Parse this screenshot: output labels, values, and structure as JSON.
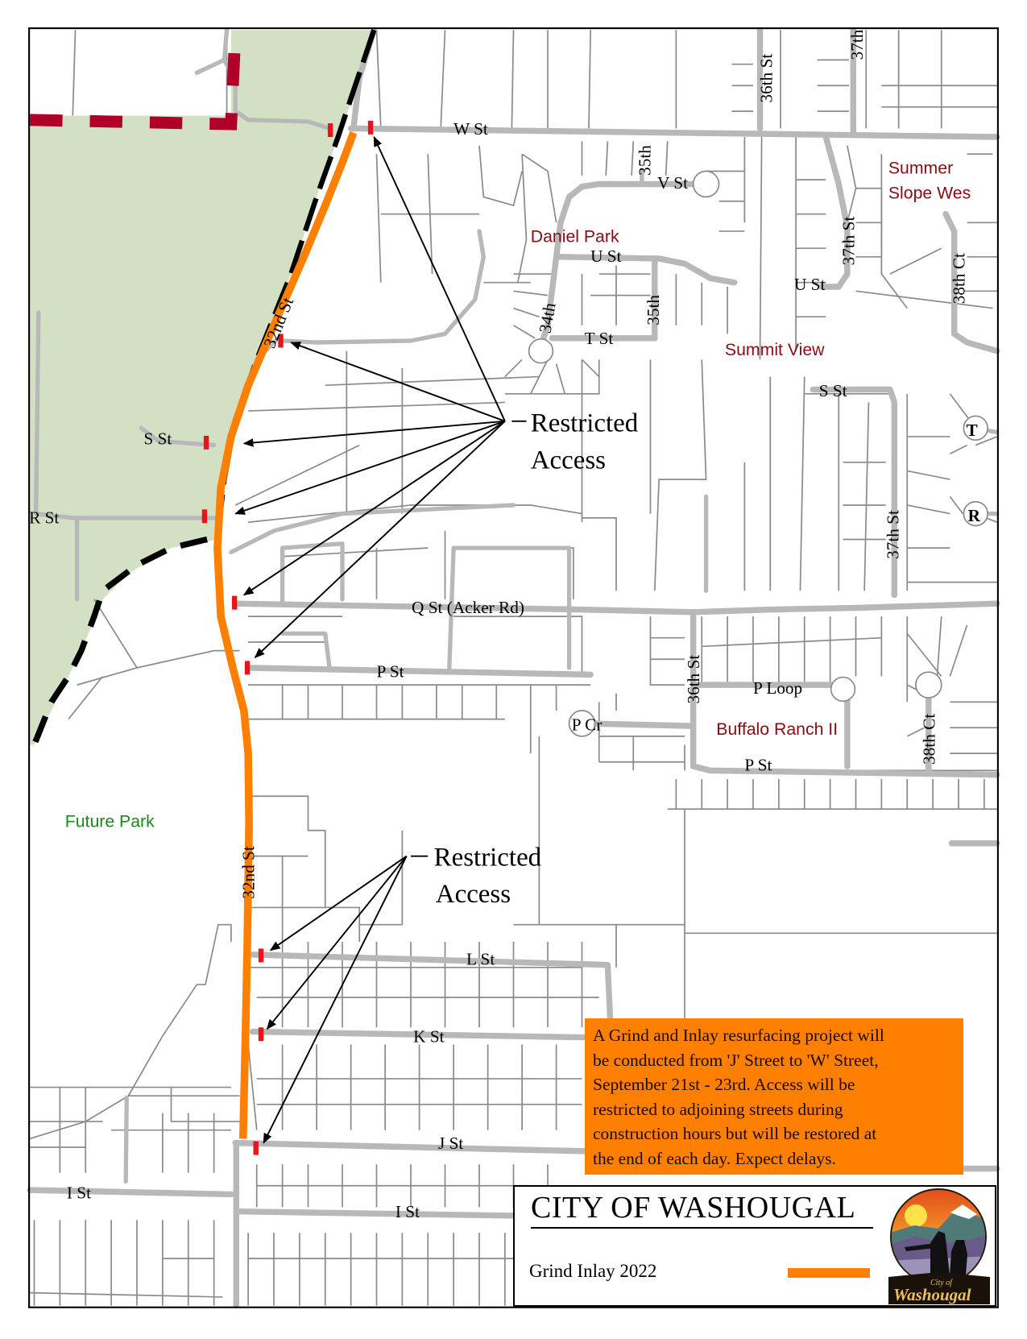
{
  "map": {
    "title": "CITY OF WASHOUGAL",
    "project_notice": "A Grind and Inlay resurfacing project will be conducted from 'J' Street to 'W' Street, September 21st - 23rd. Access will be restricted to adjoining streets during construction hours but will be restored at the end of each day. Expect delays.",
    "notice_lines": [
      "A Grind and Inlay resurfacing project will",
      "be conducted from 'J' Street to 'W' Street,",
      "September 21st - 23rd. Access will be",
      "restricted to adjoining streets during",
      "construction hours but will be restored at",
      "the end of each day. Expect delays."
    ],
    "callouts": [
      {
        "line1": "Restricted",
        "line2": "Access"
      },
      {
        "line1": "Restricted",
        "line2": "Access"
      }
    ],
    "legend": {
      "title": "CITY OF WASHOUGAL",
      "items": [
        {
          "label": "Grind Inlay 2022",
          "color": "#ff8000"
        }
      ]
    },
    "logo": {
      "line1": "City of",
      "line2": "Washougal"
    },
    "areas": {
      "daniel_park": "Daniel Park",
      "summer_slope_1": "Summer",
      "summer_slope_2": "Slope Wes",
      "summit_view": "Summit View",
      "buffalo_ranch": "Buffalo Ranch II",
      "future_park": "Future Park"
    },
    "streets": {
      "w_st": "W St",
      "v_st": "V St",
      "u_st_1": "U St",
      "u_st_2": "U St",
      "t_st": "T St",
      "s_st_1": "S St",
      "s_st_2": "S St",
      "r_st": "R St",
      "q_st": "Q St (Acker Rd)",
      "p_st_1": "P St",
      "p_st_2": "P St",
      "p_loop": "P Loop",
      "p_cr": "P Cr",
      "l_st": "L St",
      "k_st": "K St",
      "j_st": "J St",
      "i_st_1": "I St",
      "i_st_2": "I St",
      "32nd_st_1": "32nd St",
      "32nd_st_2": "32nd St",
      "34th": "34th",
      "35th_1": "35th",
      "35th_2": "35th",
      "36th_st_1": "36th St",
      "36th_st_2": "36th St",
      "37th_1": "37th",
      "37th_st_1": "37th St",
      "37th_st_2": "37th St",
      "38th_ct_1": "38th Ct",
      "38th_ct_2": "38th Ct",
      "t_circle": "T",
      "r_circle": "R"
    },
    "colors": {
      "project_route": "#ff8000",
      "barrier": "#e8141c",
      "park_fill": "#d3e0c3",
      "city_limits": "#b0002a",
      "boundary": "#000000",
      "road": "#b8b8b8",
      "parcel": "#8a8a8a",
      "area_label": "#8b0a14",
      "future_park_label": "#1a8a1a"
    }
  }
}
